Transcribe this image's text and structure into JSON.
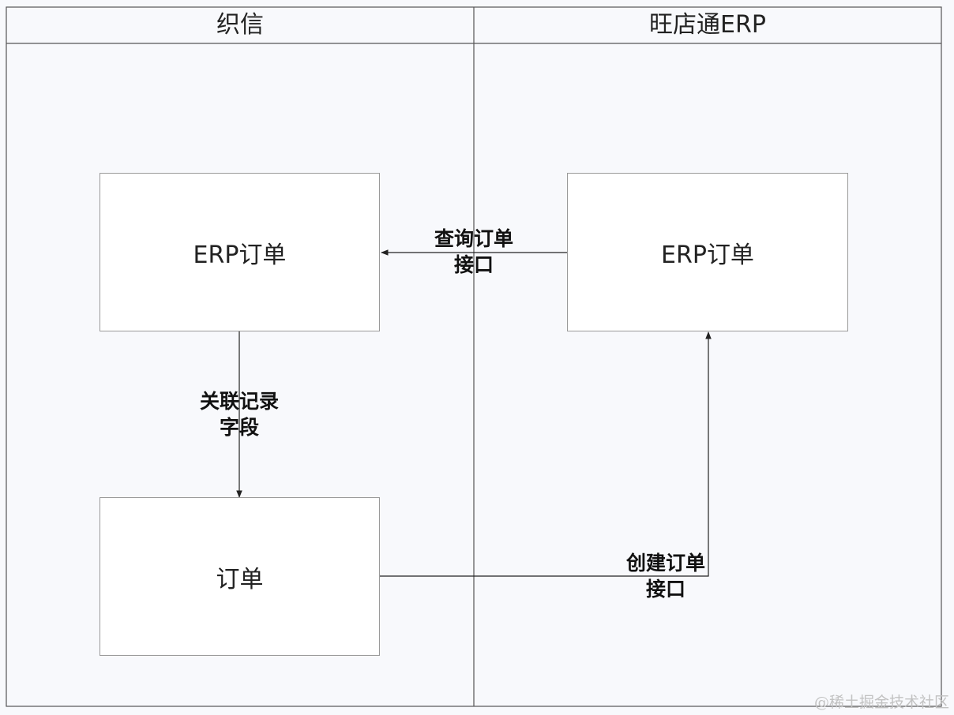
{
  "lanes": [
    {
      "title": "织信"
    },
    {
      "title": "旺店通ERP"
    }
  ],
  "nodes": {
    "zx_erp_order": {
      "label": "ERP订单"
    },
    "zx_order": {
      "label": "订单"
    },
    "wdt_erp_order": {
      "label": "ERP订单"
    }
  },
  "edges": {
    "query_order_api": {
      "line1": "查询订单",
      "line2": "接口",
      "from": "旺店通ERP / ERP订单",
      "to": "织信 / ERP订单"
    },
    "relation_field": {
      "line1": "关联记录",
      "line2": "字段",
      "from": "织信 / ERP订单",
      "to": "织信 / 订单"
    },
    "create_order_api": {
      "line1": "创建订单",
      "line2": "接口",
      "from": "织信 / 订单",
      "to": "旺店通ERP / ERP订单"
    }
  },
  "watermark": "@稀土掘金技术社区",
  "colors": {
    "background": "#f8f9fc",
    "box_fill": "#ffffff",
    "border": "#9a9a9a",
    "lane_divider": "#555555",
    "arrow": "#222222",
    "text": "#222222"
  }
}
